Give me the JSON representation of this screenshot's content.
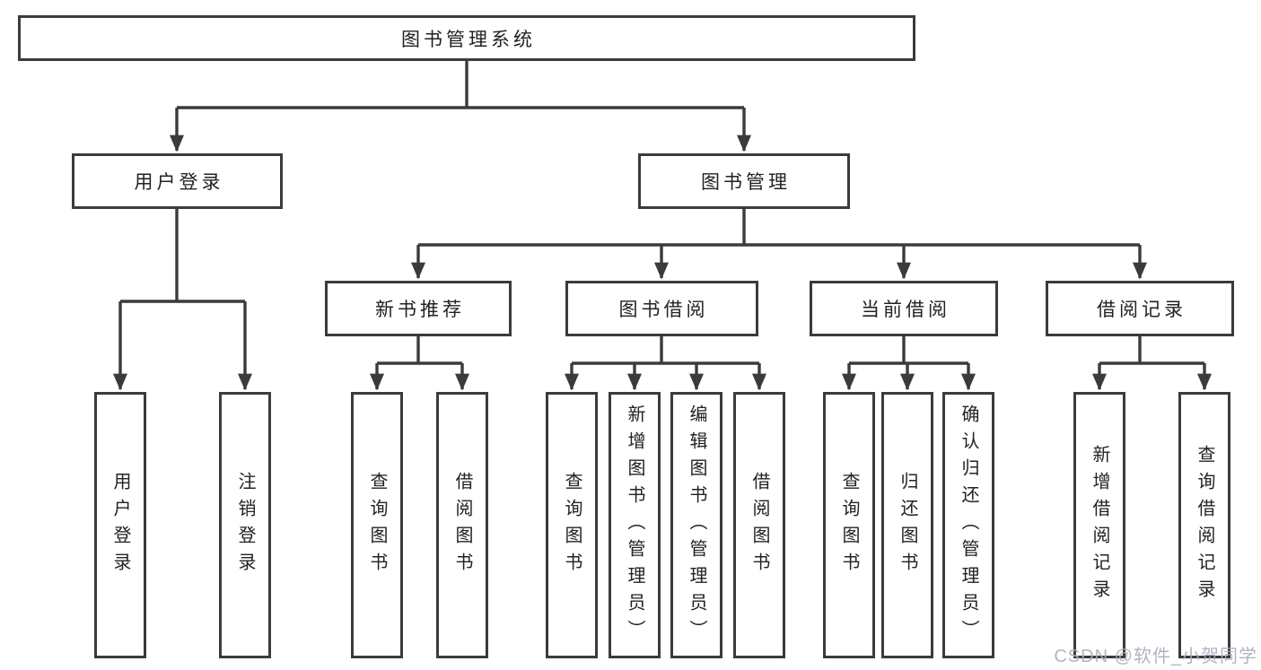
{
  "diagram": {
    "root": {
      "label": "图书管理系统"
    },
    "branches": [
      {
        "label": "用户登录",
        "children": [
          {
            "label": "用户登录"
          },
          {
            "label": "注销登录"
          }
        ]
      },
      {
        "label": "图书管理",
        "children": [
          {
            "label": "新书推荐",
            "children": [
              {
                "label": "查询图书"
              },
              {
                "label": "借阅图书"
              }
            ]
          },
          {
            "label": "图书借阅",
            "children": [
              {
                "label": "查询图书"
              },
              {
                "label": "新增图书（管理员）"
              },
              {
                "label": "编辑图书（管理员）"
              },
              {
                "label": "借阅图书"
              }
            ]
          },
          {
            "label": "当前借阅",
            "children": [
              {
                "label": "查询图书"
              },
              {
                "label": "归还图书"
              },
              {
                "label": "确认归还（管理员）"
              }
            ]
          },
          {
            "label": "借阅记录",
            "children": [
              {
                "label": "新增借阅记录"
              },
              {
                "label": "查询借阅记录"
              }
            ]
          }
        ]
      }
    ]
  },
  "watermark": {
    "text": "CSDN @软件_小贺同学"
  },
  "colors": {
    "line": "#3b3b3d",
    "text": "#222226",
    "bg": "#ffffff",
    "watermark": "#a9aeb9"
  }
}
